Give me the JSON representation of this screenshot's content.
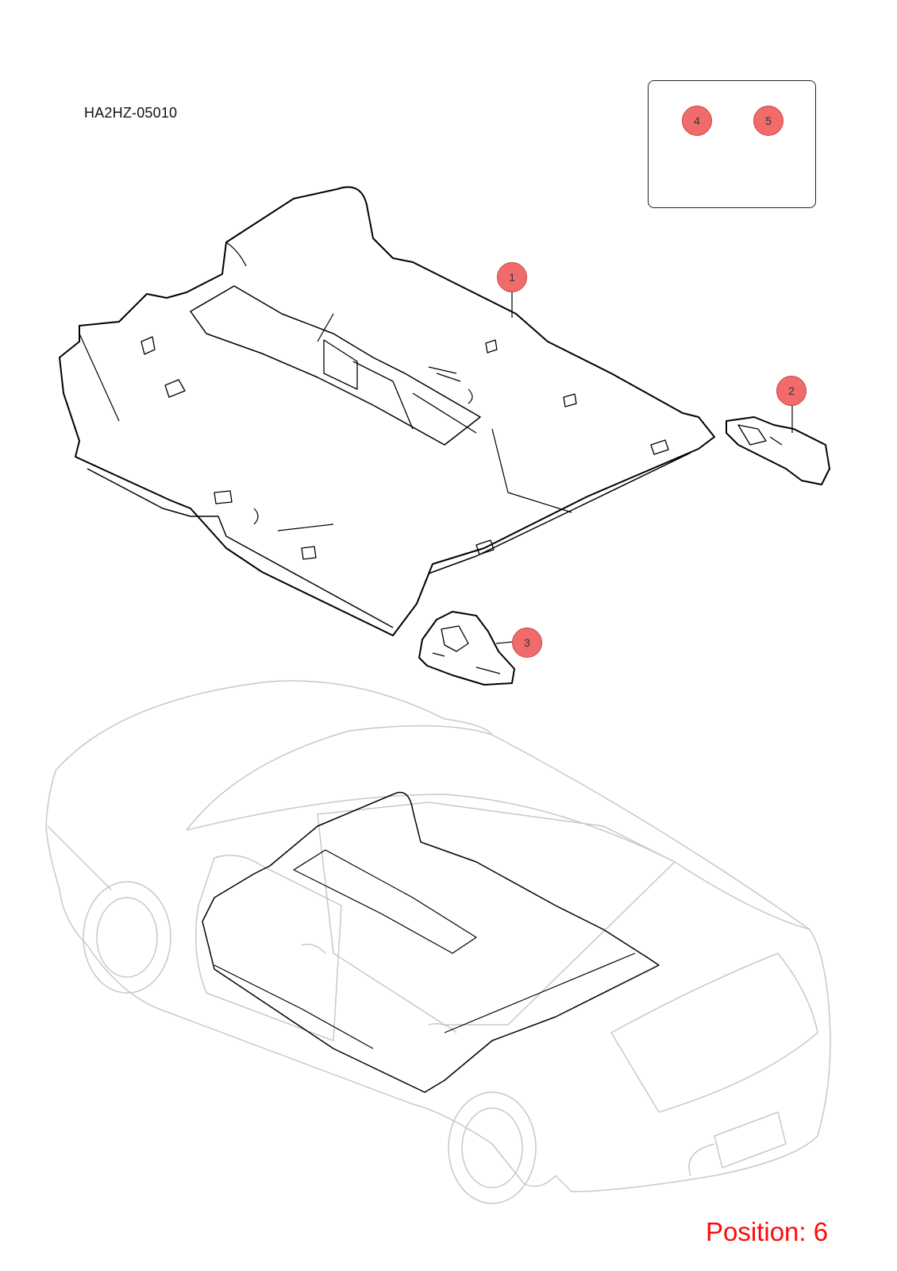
{
  "diagram_code": "HA2HZ-05010",
  "callouts": [
    {
      "label": "1"
    },
    {
      "label": "2"
    },
    {
      "label": "3"
    },
    {
      "label": "4"
    },
    {
      "label": "5"
    }
  ],
  "position_label": "Position: 6",
  "colors": {
    "callout_fill": "#f26b6b",
    "callout_border": "#c94444",
    "position_text": "#ff0a0a",
    "part_lines": "#000000",
    "car_lines": "#c8c8c8"
  }
}
